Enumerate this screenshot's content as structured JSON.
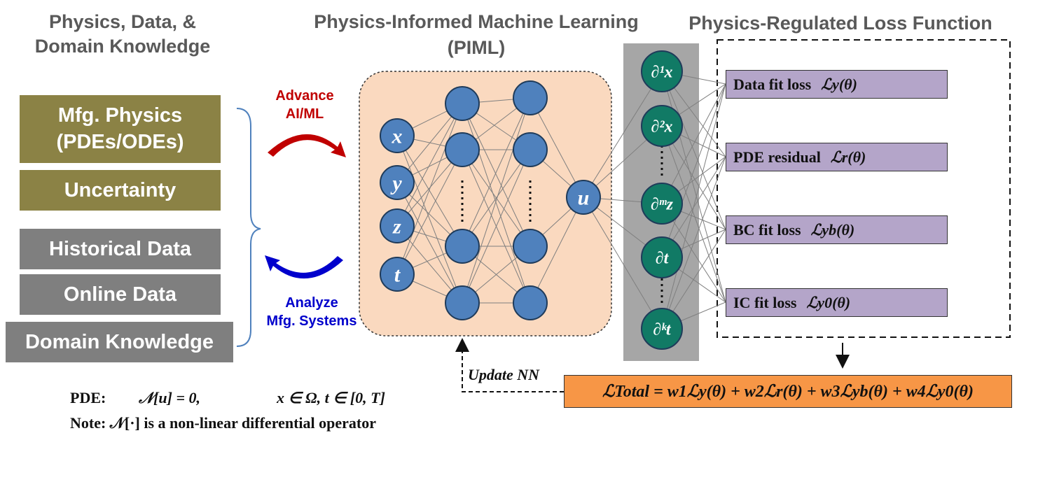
{
  "headers": {
    "left": "Physics, Data, & Domain Knowledge",
    "middle_line1": "Physics-Informed Machine Learning",
    "middle_line2": "(PIML)",
    "right": "Physics-Regulated Loss Function"
  },
  "sources": {
    "mfg_physics_line1": "Mfg. Physics",
    "mfg_physics_line2": "(PDEs/ODEs)",
    "uncertainty": "Uncertainty",
    "historical_data": "Historical Data",
    "online_data": "Online Data",
    "domain_knowledge": "Domain Knowledge"
  },
  "arrows": {
    "advance_line1": "Advance",
    "advance_line2": "AI/ML",
    "analyze_line1": "Analyze",
    "analyze_line2": "Mfg. Systems"
  },
  "network": {
    "inputs": [
      "x",
      "y",
      "z",
      "t"
    ],
    "output": "u",
    "derivatives": {
      "d1x": "∂¹x",
      "d2x": "∂²x",
      "dmz": "∂ᵐz",
      "dt": "∂t",
      "dkt": "∂ᵏt"
    }
  },
  "losses": [
    {
      "label": "Data fit loss",
      "symbol": "ℒy(θ)"
    },
    {
      "label": "PDE residual",
      "symbol": "ℒr(θ)"
    },
    {
      "label": "BC fit loss",
      "symbol": "ℒyb(θ)"
    },
    {
      "label": "IC fit loss",
      "symbol": "ℒy0(θ)"
    }
  ],
  "update_label": "Update NN",
  "total_loss": "ℒTotal = w1ℒy(θ) + w2ℒr(θ) + w3ℒyb(θ) + w4ℒy0(θ)",
  "pde": {
    "label": "PDE:",
    "equation": "𝒩[u] = 0,",
    "domain": "x ∈ Ω,  t ∈ [0, T]",
    "note": "Note: 𝒩[·] is a non-linear differential operator"
  },
  "colors": {
    "olive": "#8b8245",
    "gray": "#7f7f7f",
    "node_blue": "#4f81bd",
    "node_green": "#117a65",
    "nn_bg": "#fad9bf",
    "loss_purple": "#b4a5c9",
    "total_orange": "#f79646",
    "advance_red": "#c00000",
    "analyze_blue": "#0000cc"
  }
}
